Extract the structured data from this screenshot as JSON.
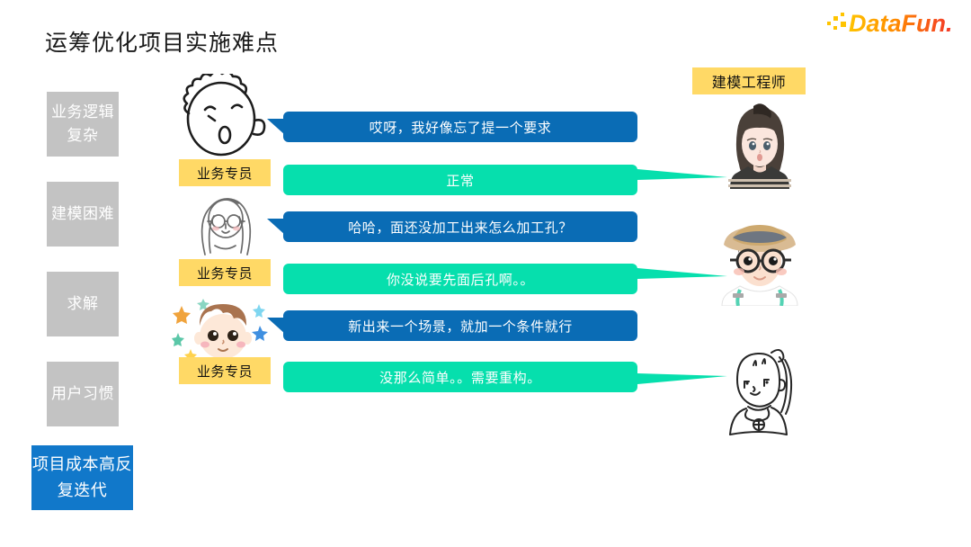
{
  "slide": {
    "title": "运筹优化项目实施难点",
    "background_color": "#ffffff"
  },
  "logo": {
    "name": "DataFun",
    "text": "DataFun.",
    "colors": {
      "start": "#ffc400",
      "middle": "#ff8a00",
      "end": "#f3372a"
    }
  },
  "sidebar": {
    "items": [
      {
        "label": "业务逻辑复杂",
        "active": false,
        "color": "#c3c3c3"
      },
      {
        "label": "建模困难",
        "active": false,
        "color": "#c3c3c3"
      },
      {
        "label": "求解",
        "active": false,
        "color": "#c3c3c3"
      },
      {
        "label": "用户习惯",
        "active": false,
        "color": "#c3c3c3"
      },
      {
        "label": "项目成本高反复迭代",
        "active": true,
        "color": "#1178ca"
      }
    ]
  },
  "roles": {
    "engineer_tag": "建模工程师",
    "specialist_tag": "业务专员"
  },
  "conversation": {
    "rows": [
      {
        "speaker": "business",
        "side": "left",
        "color": "#0a6cb5",
        "text": "哎呀，我好像忘了提一个要求"
      },
      {
        "speaker": "engineer",
        "side": "right",
        "color": "#06dfad",
        "text": "正常"
      },
      {
        "speaker": "business",
        "side": "left",
        "color": "#0a6cb5",
        "text": "哈哈，面还没加工出来怎么加工孔？"
      },
      {
        "speaker": "engineer",
        "side": "right",
        "color": "#06dfad",
        "text": "你没说要先面后孔啊。。"
      },
      {
        "speaker": "business",
        "side": "left",
        "color": "#0a6cb5",
        "text": "新出来一个场景，就加一个条件就行"
      },
      {
        "speaker": "engineer",
        "side": "right",
        "color": "#06dfad",
        "text": "没那么简单。。需要重构。"
      }
    ]
  },
  "avatars": {
    "left": [
      {
        "name": "sketch-curly-man-avatar"
      },
      {
        "name": "sketch-long-hair-girl-avatar"
      },
      {
        "name": "cartoon-boy-stars-avatar"
      }
    ],
    "right": [
      {
        "name": "watercolor-bob-girl-avatar"
      },
      {
        "name": "hat-glasses-person-avatar"
      },
      {
        "name": "sketch-ponytail-girl-avatar"
      }
    ]
  }
}
